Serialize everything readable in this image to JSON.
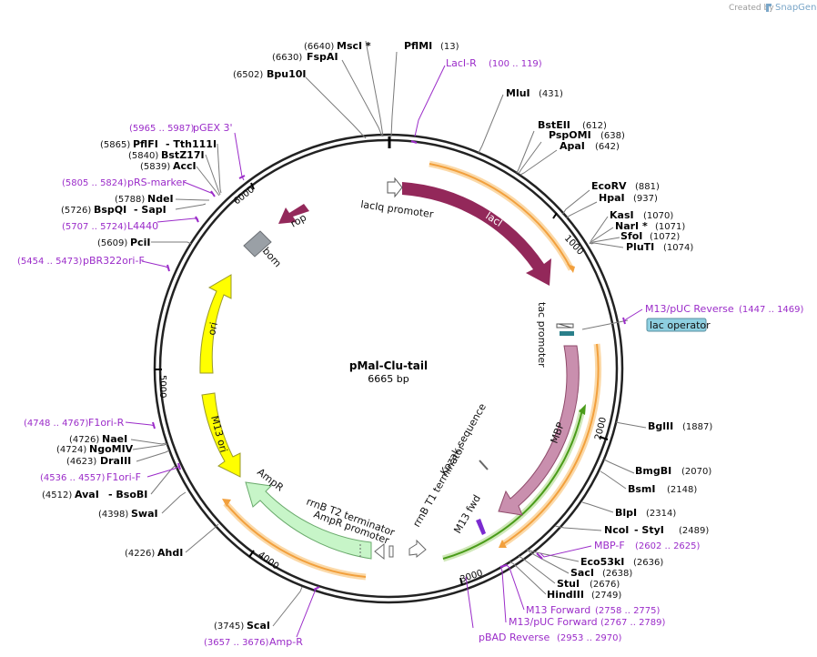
{
  "credit": {
    "label": "Created by",
    "brand": "SnapGene"
  },
  "plasmid": {
    "name": "pMal-Clu-tail",
    "size": "6665 bp"
  },
  "ticks": [
    "1000",
    "2000",
    "3000",
    "4000",
    "5000",
    "6000"
  ],
  "features": {
    "laci": "lacI",
    "laciq": "lacIq promoter",
    "tac": "tac promoter",
    "mbp": "MBP",
    "kozak": "Kozak sequence",
    "m13fwd": "M13 fwd",
    "rrnb_t1": "rrnB T1 terminator",
    "rrnb_t2": "rrnB T2 terminator",
    "ampr_prom": "AmpR promoter",
    "ampr": "AmpR",
    "m13ori": "M13 ori",
    "ori": "ori",
    "bom": "bom",
    "rop": "rop",
    "lac_operator": "lac operator"
  },
  "enzymes": [
    {
      "name": "MscI *",
      "pos": "(6640)"
    },
    {
      "name": "FspAI",
      "pos": "(6630)"
    },
    {
      "name": "Bpu10I",
      "pos": "(6502)"
    },
    {
      "name": "PflMI",
      "pos": "(13)"
    },
    {
      "name": "MluI",
      "pos": "(431)"
    },
    {
      "name": "BstEII",
      "pos": "(612)"
    },
    {
      "name": "PspOMI",
      "pos": "(638)"
    },
    {
      "name": "ApaI",
      "pos": "(642)"
    },
    {
      "name": "EcoRV",
      "pos": "(881)"
    },
    {
      "name": "HpaI",
      "pos": "(937)"
    },
    {
      "name": "KasI",
      "pos": "(1070)"
    },
    {
      "name": "NarI *",
      "pos": "(1071)"
    },
    {
      "name": "SfoI",
      "pos": "(1072)"
    },
    {
      "name": "PluTI",
      "pos": "(1074)"
    },
    {
      "name": "BglII",
      "pos": "(1887)"
    },
    {
      "name": "BmgBI",
      "pos": "(2070)"
    },
    {
      "name": "BsmI",
      "pos": "(2148)"
    },
    {
      "name": "BlpI",
      "pos": "(2314)"
    },
    {
      "name": "NcoI",
      "pos": "(2489)",
      "extra": "- StyI"
    },
    {
      "name": "Eco53kI",
      "pos": "(2636)"
    },
    {
      "name": "SacI",
      "pos": "(2638)"
    },
    {
      "name": "StuI",
      "pos": "(2676)"
    },
    {
      "name": "HindIII",
      "pos": "(2749)"
    },
    {
      "name": "ScaI",
      "pos": "(3745)"
    },
    {
      "name": "AhdI",
      "pos": "(4226)"
    },
    {
      "name": "SwaI",
      "pos": "(4398)"
    },
    {
      "name": "AvaI",
      "pos": "(4512)",
      "extra": "- BsoBI"
    },
    {
      "name": "DraIII",
      "pos": "(4623)"
    },
    {
      "name": "NgoMIV",
      "pos": "(4724)"
    },
    {
      "name": "NaeI",
      "pos": "(4726)"
    },
    {
      "name": "PciI",
      "pos": "(5609)"
    },
    {
      "name": "BspQI",
      "pos": "(5726)",
      "extra": "- SapI"
    },
    {
      "name": "NdeI",
      "pos": "(5788)"
    },
    {
      "name": "AccI",
      "pos": "(5839)"
    },
    {
      "name": "BstZ17I",
      "pos": "(5840)"
    },
    {
      "name": "PflFI",
      "pos": "(5865)",
      "extra": "- Tth111I"
    }
  ],
  "primers": [
    {
      "name": "LacI-R",
      "range": "(100 .. 119)"
    },
    {
      "name": "M13/pUC Reverse",
      "range": "(1447 .. 1469)"
    },
    {
      "name": "MBP-F",
      "range": "(2602 .. 2625)"
    },
    {
      "name": "M13 Forward",
      "range": "(2758 .. 2775)"
    },
    {
      "name": "M13/pUC Forward",
      "range": "(2767 .. 2789)"
    },
    {
      "name": "pBAD Reverse",
      "range": "(2953 .. 2970)"
    },
    {
      "name": "Amp-R",
      "range": "(3657 .. 3676)"
    },
    {
      "name": "F1ori-F",
      "range": "(4536 .. 4557)"
    },
    {
      "name": "F1ori-R",
      "range": "(4748 .. 4767)"
    },
    {
      "name": "pBR322ori-F",
      "range": "(5454 .. 5473)"
    },
    {
      "name": "L4440",
      "range": "(5707 .. 5724)"
    },
    {
      "name": "pRS-marker",
      "range": "(5805 .. 5824)"
    },
    {
      "name": "pGEX 3'",
      "range": "(5965 .. 5987)"
    }
  ],
  "colors": {
    "laci": "#93285a",
    "mbp": "#c98fae",
    "ampr": "#c7f5c8",
    "ori": "#ffff00",
    "bom": "#9aa0a6",
    "rop": "#93285a",
    "orange_arc": "#f2a03d",
    "green_arc": "#4a9c1a",
    "primer": "#9b2cc9",
    "lac_operator_box": "#8ecfe0"
  }
}
